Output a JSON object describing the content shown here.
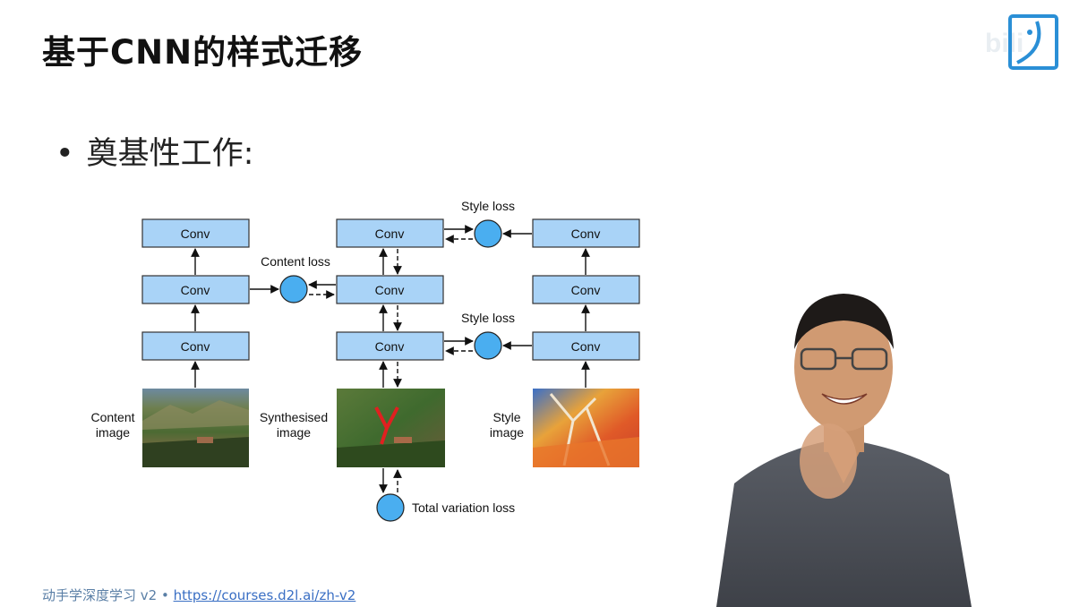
{
  "slide": {
    "title": "基于CNN的样式迁移",
    "bullet": "奠基性工作:"
  },
  "diagram": {
    "conv_label": "Conv",
    "content_loss": "Content loss",
    "style_loss": "Style loss",
    "total_variation_loss": "Total variation loss",
    "content_image_line1": "Content",
    "content_image_line2": "image",
    "synth_image_line1": "Synthesised",
    "synth_image_line2": "image",
    "style_image_line1": "Style",
    "style_image_line2": "image"
  },
  "footer": {
    "course": "动手学深度学习 v2 • ",
    "url": "https://courses.d2l.ai/zh-v2"
  },
  "colors": {
    "conv_fill": "#a9d3f7",
    "loss_fill": "#4aaef0",
    "accent": "#2a8fd6"
  },
  "icons": {
    "logo": "d2l-logo-icon",
    "presenter": "presenter-video"
  }
}
